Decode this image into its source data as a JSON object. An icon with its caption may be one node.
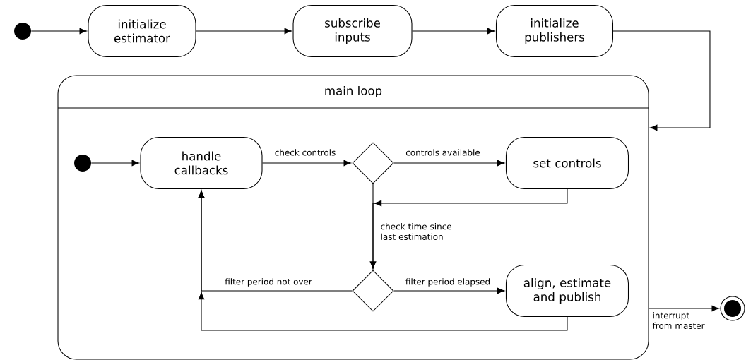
{
  "diagram": {
    "nodes": [
      {
        "text": [],
        "shape": "circle"
      },
      {
        "text": [
          "initialize estimator"
        ]
      },
      {
        "text": [
          "subscribe inputs"
        ]
      },
      {
        "text": [
          "initialize publishers"
        ]
      },
      {
        "text": [
          "main loop"
        ]
      },
      {
        "text": [],
        "shape": "circle",
        "in": 4
      },
      {
        "text": [
          "handle callbacks"
        ],
        "in": 4
      },
      {
        "text": [],
        "shape": "diamond",
        "in": 4
      },
      {
        "text": [
          "set controls"
        ],
        "in": 4
      },
      {
        "text": [],
        "shape": "diamond",
        "in": 4
      },
      {
        "text": [
          "align, estimate and publish"
        ],
        "in": 4
      },
      {
        "text": [],
        "shape": "circle"
      }
    ],
    "edges": [
      {
        "from": 0,
        "to": 1,
        "arrow": "to"
      },
      {
        "from": 1,
        "to": 2,
        "arrow": "to"
      },
      {
        "from": 2,
        "to": 3,
        "arrow": "to"
      },
      {
        "from": 3,
        "to": 4,
        "arrow": "to"
      },
      {
        "from": 5,
        "to": 6,
        "arrow": "to"
      },
      {
        "from": 6,
        "to": 7,
        "arrow": "to",
        "label": "check controls"
      },
      {
        "from": 7,
        "to": 8,
        "arrow": "to",
        "label": "controls available"
      },
      {
        "from": 8,
        "to": 9,
        "arrow": "to"
      },
      {
        "from": 7,
        "to": 9,
        "arrow": "to",
        "label": "check time since last estimation"
      },
      {
        "from": 9,
        "to": 6,
        "arrow": "to",
        "label": "filter period not over"
      },
      {
        "from": 9,
        "to": 10,
        "arrow": "to",
        "label": "filter period elapsed"
      },
      {
        "from": 10,
        "to": 6,
        "arrow": "to"
      },
      {
        "from": 4,
        "to": 11,
        "arrow": "to",
        "label": "interrupt from master"
      }
    ]
  }
}
